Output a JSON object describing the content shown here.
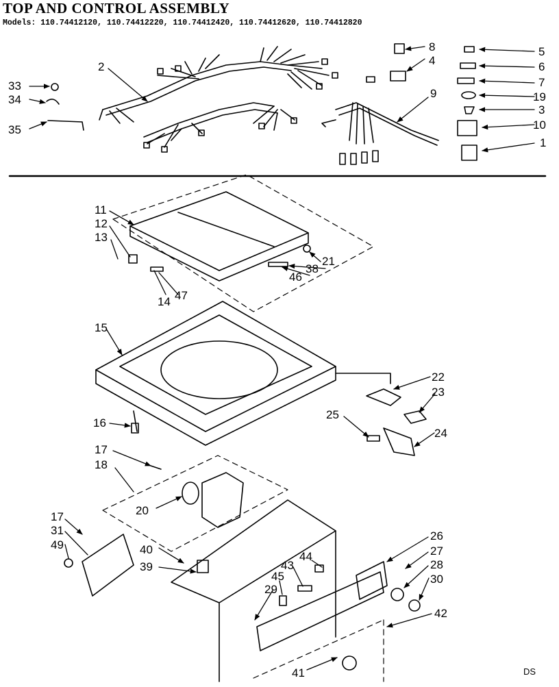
{
  "title": "TOP AND CONTROL ASSEMBLY",
  "models": "Models: 110.74412120, 110.74412220, 110.74412420, 110.74412620, 110.74412820",
  "footer": "DS",
  "callouts": [
    {
      "id": "c33",
      "label": "33"
    },
    {
      "id": "c34",
      "label": "34"
    },
    {
      "id": "c35",
      "label": "35"
    },
    {
      "id": "c2",
      "label": "2"
    },
    {
      "id": "c8",
      "label": "8"
    },
    {
      "id": "c4",
      "label": "4"
    },
    {
      "id": "c9",
      "label": "9"
    },
    {
      "id": "c5",
      "label": "5"
    },
    {
      "id": "c6",
      "label": "6"
    },
    {
      "id": "c7",
      "label": "7"
    },
    {
      "id": "c19",
      "label": "19"
    },
    {
      "id": "c3",
      "label": "3"
    },
    {
      "id": "c10",
      "label": "10"
    },
    {
      "id": "c1",
      "label": "1"
    },
    {
      "id": "c11",
      "label": "11"
    },
    {
      "id": "c12",
      "label": "12"
    },
    {
      "id": "c13",
      "label": "13"
    },
    {
      "id": "c21",
      "label": "21"
    },
    {
      "id": "c38",
      "label": "38"
    },
    {
      "id": "c46",
      "label": "46"
    },
    {
      "id": "c14",
      "label": "14"
    },
    {
      "id": "c47",
      "label": "47"
    },
    {
      "id": "c15",
      "label": "15"
    },
    {
      "id": "c22",
      "label": "22"
    },
    {
      "id": "c23",
      "label": "23"
    },
    {
      "id": "c25",
      "label": "25"
    },
    {
      "id": "c24",
      "label": "24"
    },
    {
      "id": "c16",
      "label": "16"
    },
    {
      "id": "c17a",
      "label": "17"
    },
    {
      "id": "c18",
      "label": "18"
    },
    {
      "id": "c20",
      "label": "20"
    },
    {
      "id": "c17b",
      "label": "17"
    },
    {
      "id": "c31",
      "label": "31"
    },
    {
      "id": "c49",
      "label": "49"
    },
    {
      "id": "c40",
      "label": "40"
    },
    {
      "id": "c39",
      "label": "39"
    },
    {
      "id": "c26",
      "label": "26"
    },
    {
      "id": "c27",
      "label": "27"
    },
    {
      "id": "c28",
      "label": "28"
    },
    {
      "id": "c30",
      "label": "30"
    },
    {
      "id": "c44",
      "label": "44"
    },
    {
      "id": "c43",
      "label": "43"
    },
    {
      "id": "c45",
      "label": "45"
    },
    {
      "id": "c29",
      "label": "29"
    },
    {
      "id": "c42",
      "label": "42"
    },
    {
      "id": "c41",
      "label": "41"
    }
  ]
}
